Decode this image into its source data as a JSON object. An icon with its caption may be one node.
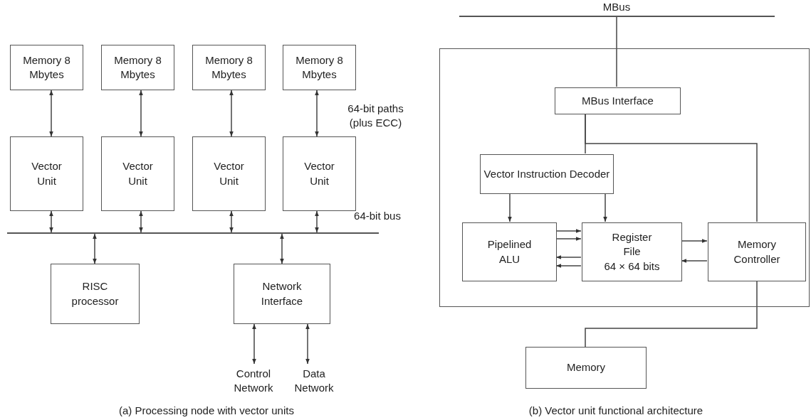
{
  "diagram": {
    "nodes": [
      {
        "text": [
          "Memory 8 Mbytes"
        ]
      },
      {
        "text": [
          "Memory 8 Mbytes"
        ]
      },
      {
        "text": [
          "Memory 8 Mbytes"
        ]
      },
      {
        "text": [
          "Memory 8 Mbytes"
        ]
      },
      {
        "text": [
          "Vector Unit"
        ]
      },
      {
        "text": [
          "Vector Unit"
        ]
      },
      {
        "text": [
          "Vector Unit"
        ]
      },
      {
        "text": [
          "Vector Unit"
        ]
      },
      {
        "text": [],
        "shape": "bar"
      },
      {
        "text": [
          "RISC processor"
        ]
      },
      {
        "text": [
          "Network Interface"
        ]
      },
      {
        "text": [
          "Control Network"
        ]
      },
      {
        "text": [
          "Data Network"
        ]
      },
      {
        "text": [],
        "shape": "bar",
        "beside": [
          "MBus"
        ]
      },
      {
        "text": [],
        "shape": "box"
      },
      {
        "text": [
          "MBus Interface"
        ],
        "in": 14
      },
      {
        "text": [
          "Vector Instruction Decoder"
        ],
        "in": 14
      },
      {
        "text": [
          "Pipelined ALU"
        ],
        "in": 14
      },
      {
        "text": [
          "Register File",
          "64 × 64 bits"
        ],
        "in": 14
      },
      {
        "text": [
          "Memory Controller"
        ],
        "in": 14
      },
      {
        "text": [
          "Memory"
        ]
      }
    ],
    "edges": [
      {
        "from": 0,
        "to": 4,
        "arrow": "both"
      },
      {
        "from": 1,
        "to": 5,
        "arrow": "both"
      },
      {
        "from": 2,
        "to": 6,
        "arrow": "both"
      },
      {
        "from": 3,
        "to": 7,
        "arrow": "both"
      },
      {
        "from": 4,
        "to": 8,
        "arrow": "both"
      },
      {
        "from": 5,
        "to": 8,
        "arrow": "both"
      },
      {
        "from": 6,
        "to": 8,
        "arrow": "both"
      },
      {
        "from": 7,
        "to": 8,
        "arrow": "both"
      },
      {
        "from": 8,
        "to": 9,
        "arrow": "both"
      },
      {
        "from": 8,
        "to": 10,
        "arrow": "both"
      },
      {
        "from": 10,
        "to": 11,
        "arrow": "both"
      },
      {
        "from": 10,
        "to": 12,
        "arrow": "both"
      },
      {
        "from": 13,
        "to": 15,
        "arrow": "none"
      },
      {
        "from": 15,
        "to": 16,
        "arrow": "none"
      },
      {
        "from": 15,
        "to": 19,
        "arrow": "none"
      },
      {
        "from": 16,
        "to": 17,
        "arrow": "to"
      },
      {
        "from": 16,
        "to": 18,
        "arrow": "to"
      },
      {
        "from": 17,
        "to": 18,
        "arrow": "to"
      },
      {
        "from": 17,
        "to": 18,
        "arrow": "to"
      },
      {
        "from": 18,
        "to": 17,
        "arrow": "to"
      },
      {
        "from": 18,
        "to": 17,
        "arrow": "to"
      },
      {
        "from": 18,
        "to": 19,
        "arrow": "to"
      },
      {
        "from": 19,
        "to": 18,
        "arrow": "to"
      },
      {
        "from": 19,
        "to": 20,
        "arrow": "none"
      }
    ],
    "labels": [
      "64-bit paths (plus ECC)",
      "64-bit bus",
      "(a) Processing node with vector units",
      "(b) Vector unit functional architecture"
    ]
  }
}
